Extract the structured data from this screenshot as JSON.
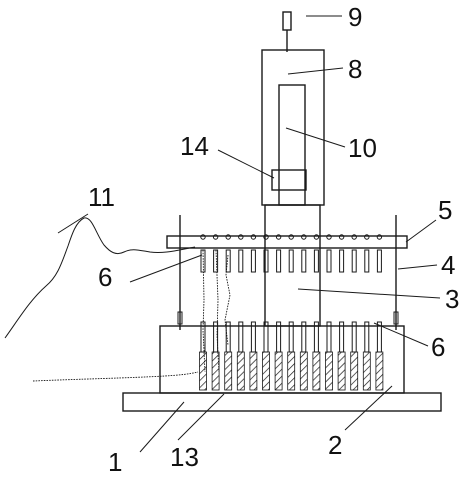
{
  "labels": {
    "l1": "1",
    "l2": "2",
    "l3": "3",
    "l4": "4",
    "l5": "5",
    "l6a": "6",
    "l6b": "6",
    "l8": "8",
    "l9": "9",
    "l10": "10",
    "l11": "11",
    "l13": "13",
    "l14": "14"
  },
  "colors": {
    "ink": "#1a1a1a",
    "paper": "#ffffff"
  }
}
